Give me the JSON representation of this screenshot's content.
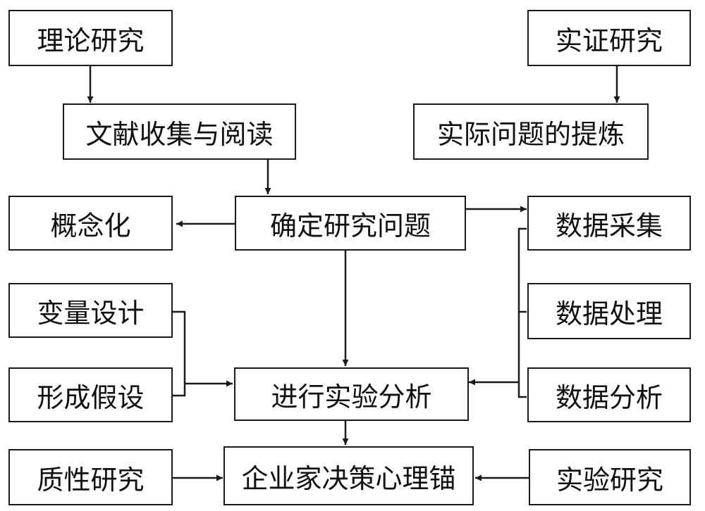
{
  "nodes": {
    "theory_research": "理论研究",
    "empirical_research": "实证研究",
    "literature": "文献收集与阅读",
    "practical_problem": "实际问题的提炼",
    "conceptualization": "概念化",
    "define_problem": "确定研究问题",
    "data_collection": "数据采集",
    "variable_design": "变量设计",
    "data_processing": "数据处理",
    "hypothesis": "形成假设",
    "experiment_analysis": "进行实验分析",
    "data_analysis": "数据分析",
    "qualitative_research": "质性研究",
    "anchoring": "企业家决策心理锚",
    "experimental_research": "实验研究"
  },
  "colors": {
    "line": "#1a1a1a",
    "text": "#111111",
    "background": "#ffffff"
  }
}
